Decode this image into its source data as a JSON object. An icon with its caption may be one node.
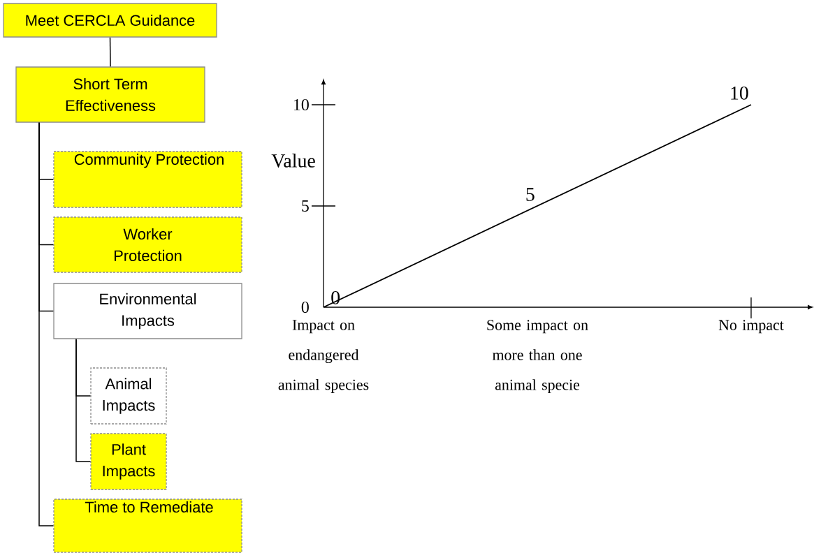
{
  "diagram": {
    "nodes": [
      {
        "text": [
          "Meet CERCLA Guidance"
        ]
      },
      {
        "text": [
          "Short Term Effectiveness"
        ]
      },
      {
        "text": [
          "Community Protection"
        ]
      },
      {
        "text": [
          "Worker Protection"
        ]
      },
      {
        "text": [
          "Environmental Impacts"
        ]
      },
      {
        "text": [
          "Animal Impacts"
        ]
      },
      {
        "text": [
          "Plant Impacts"
        ]
      },
      {
        "text": [
          "Time to Remediate"
        ]
      }
    ],
    "edges": [
      {
        "from": 0,
        "to": 1,
        "arrow": "none"
      },
      {
        "from": 1,
        "to": 2,
        "arrow": "none"
      },
      {
        "from": 1,
        "to": 3,
        "arrow": "none"
      },
      {
        "from": 1,
        "to": 4,
        "arrow": "none"
      },
      {
        "from": 4,
        "to": 5,
        "arrow": "none"
      },
      {
        "from": 4,
        "to": 6,
        "arrow": "none"
      },
      {
        "from": 1,
        "to": 7,
        "arrow": "none"
      }
    ],
    "chart_data": {
      "type": "line",
      "ylabel": "Value",
      "categories": [
        "Impact on endangered animal species",
        "Some impact on more than one animal specie",
        "No impact"
      ],
      "series": [
        {
          "values": [
            0,
            5,
            10
          ]
        }
      ],
      "ylim": [
        0,
        11
      ],
      "yticks": [
        0,
        5,
        10
      ],
      "data_labels": true
    }
  }
}
